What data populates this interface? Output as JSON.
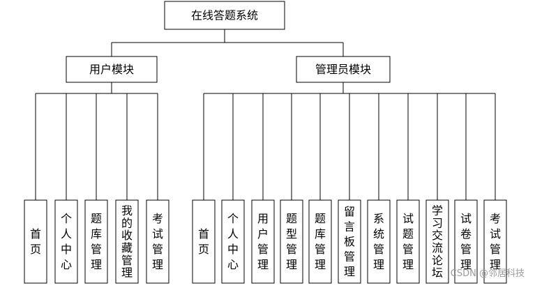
{
  "diagram": {
    "root": {
      "label": "在线答题系统"
    },
    "modules": [
      {
        "label": "用户模块",
        "children": [
          "首页",
          "个人中心",
          "题库管理",
          "我的收藏管理",
          "考试管理"
        ]
      },
      {
        "label": "管理员模块",
        "children": [
          "首页",
          "个人中心",
          "用户管理",
          "题型管理",
          "题库管理",
          "留言板管理",
          "系统管理",
          "试题管理",
          "学习交流论坛",
          "试卷管理",
          "考试管理"
        ]
      }
    ]
  },
  "watermark": "CSDN @邻居科技"
}
